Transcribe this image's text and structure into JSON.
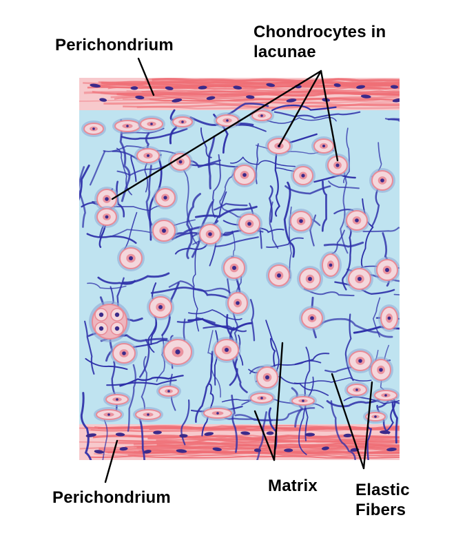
{
  "labels": {
    "perichondrium_top": "Perichondrium",
    "chondrocytes": "Chondrocytes in\nlacunae",
    "perichondrium_bottom": "Perichondrium",
    "matrix": "Matrix",
    "elastic_fibers": "Elastic\nFibers"
  },
  "colors": {
    "matrix": "#bfe3f0",
    "perichondrium": "#ef6f76",
    "fiber": "#2d2fa8",
    "cell": "#e98b97",
    "nucleus": "#3b2a8a",
    "leader": "#000000"
  }
}
